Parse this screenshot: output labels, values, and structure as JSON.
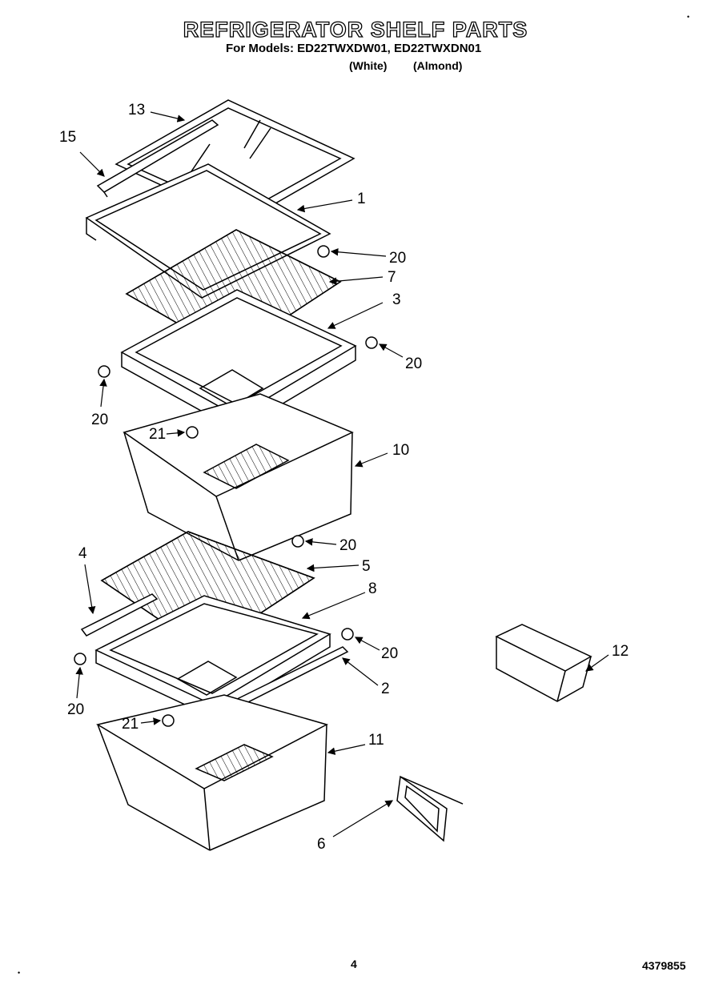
{
  "header": {
    "title": "REFRIGERATOR SHELF PARTS",
    "models_line": "For Models: ED22TWXDW01, ED22TWXDN01",
    "variant_white": "(White)",
    "variant_almond": "(Almond)"
  },
  "callouts": {
    "c13": "13",
    "c15": "15",
    "c1": "1",
    "c20a": "20",
    "c7": "7",
    "c3": "3",
    "c20b": "20",
    "c20c": "20",
    "c21a": "21",
    "c10": "10",
    "c20d": "20",
    "c4": "4",
    "c5": "5",
    "c8": "8",
    "c20e": "20",
    "c20f": "20",
    "c2": "2",
    "c21b": "21",
    "c11": "11",
    "c12": "12",
    "c6": "6"
  },
  "footer": {
    "page_number": "4",
    "document_number": "4379855"
  }
}
